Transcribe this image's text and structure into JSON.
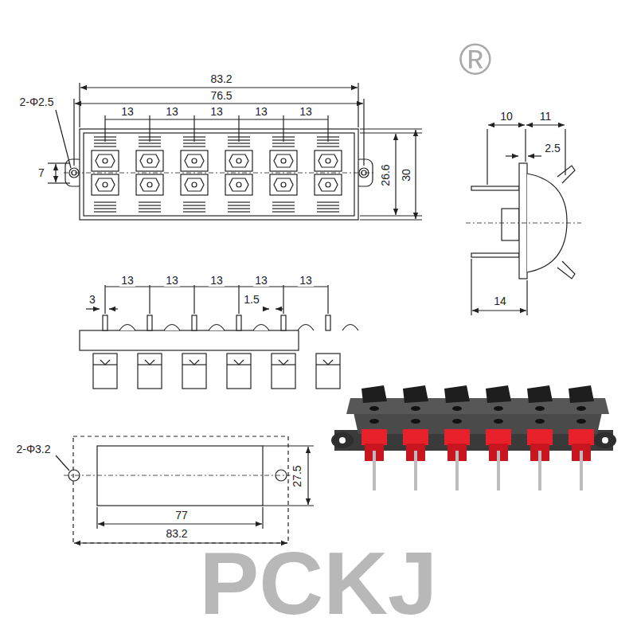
{
  "diagram": {
    "labels": [
      "®",
      "83.2",
      "76.5",
      "13",
      "13",
      "13",
      "13",
      "13",
      "2-Φ2.5",
      "7",
      "26.6",
      "30",
      "10",
      "11",
      "2.5",
      "14",
      "13",
      "13",
      "13",
      "13",
      "13",
      "3",
      "1.5",
      "2-Φ3.2",
      "27.5",
      "77",
      "83.2",
      "PCKJ"
    ]
  }
}
